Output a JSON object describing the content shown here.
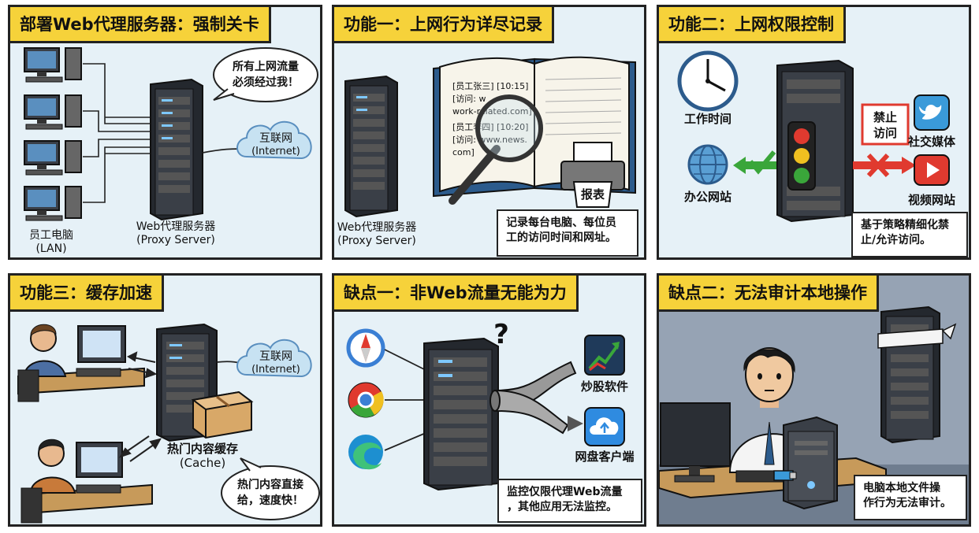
{
  "panels": [
    {
      "title": "部署Web代理服务器：强制关卡",
      "bubble": [
        "所有上网流量",
        "必须经过我！"
      ],
      "cloud": [
        "互联网",
        "(Internet)"
      ],
      "server_label": [
        "Web代理服务器",
        "(Proxy Server)"
      ],
      "client_label": [
        "员工电脑",
        "(LAN)"
      ]
    },
    {
      "title": "功能一：上网行为详尽记录",
      "book_lines": [
        "[员工张三] [10:15]",
        "[访问: w",
        "work-related.com]",
        "[员工李四] [10:20]",
        "[访问: www.news.",
        "com]"
      ],
      "report_label": "报表",
      "server_label": [
        "Web代理服务器",
        "(Proxy Server)"
      ],
      "caption": [
        "记录每台电脑、每位员",
        "工的访问时间和网址。"
      ]
    },
    {
      "title": "功能二：上网权限控制",
      "clock_label": "工作时间",
      "allow_label": "办公网站",
      "sign_label": [
        "禁止",
        "访问"
      ],
      "social_label": "社交媒体",
      "video_label": "视频网站",
      "caption": [
        "基于策略精细化禁",
        "止/允许访问。"
      ]
    },
    {
      "title": "功能三：缓存加速",
      "cloud": [
        "互联网",
        "(Internet)"
      ],
      "cache_label": [
        "热门内容缓存",
        "(Cache)"
      ],
      "bubble": [
        "热门内容直接",
        "给，速度快！"
      ]
    },
    {
      "title": "缺点一：非Web流量无能为力",
      "question": "?",
      "stock_label": "炒股软件",
      "cloud_label": "网盘客户端",
      "caption": [
        "监控仅限代理Web流量",
        "，其他应用无法监控。"
      ]
    },
    {
      "title": "缺点二：无法审计本地操作",
      "caption": [
        "电脑本地文件操",
        "作行为无法审计。"
      ]
    }
  ],
  "colors": {
    "title_bg": "#f6d23a",
    "panel_bg": "#e6f1f7",
    "server": "#3a3f47",
    "server_dark": "#24282e",
    "cloud": "#c7e2f2",
    "green": "#3aa63a",
    "red": "#e03a2f",
    "gray_panel_bg": "#96a3b4"
  }
}
